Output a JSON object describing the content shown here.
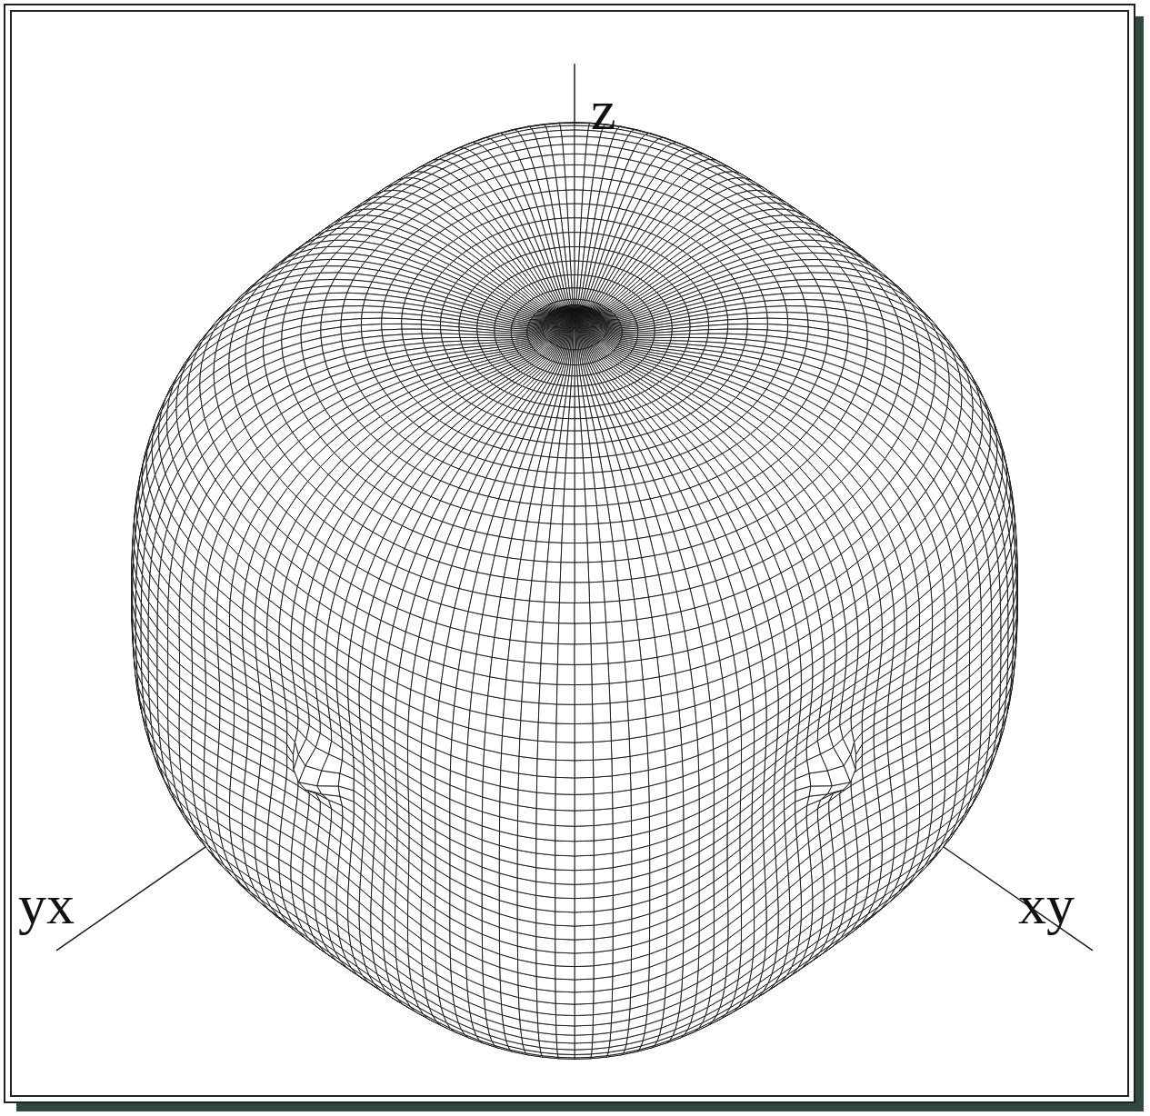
{
  "diagram": {
    "labels": [
      "z",
      "yx",
      "xy"
    ]
  }
}
